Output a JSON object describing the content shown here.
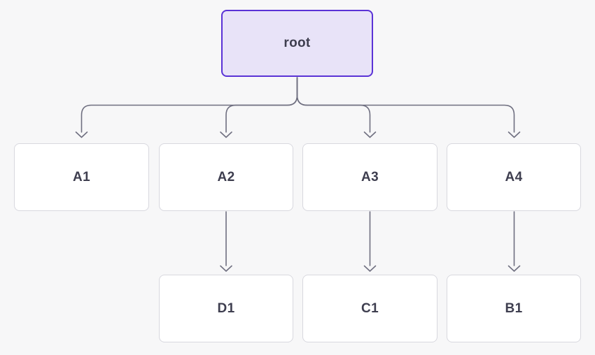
{
  "diagram": {
    "type": "tree",
    "background_color": "#f7f7f8",
    "edge_color": "#6f6f80",
    "label_color": "#3e3e4f",
    "node_fill_color": "#ffffff",
    "node_border_color": "#d8d8de",
    "root_fill_color": "#e8e3f8",
    "root_border_color": "#5a32d6",
    "nodes": [
      {
        "id": "root",
        "label": "root",
        "level": 0
      },
      {
        "id": "A1",
        "label": "A1",
        "level": 1
      },
      {
        "id": "A2",
        "label": "A2",
        "level": 1
      },
      {
        "id": "A3",
        "label": "A3",
        "level": 1
      },
      {
        "id": "A4",
        "label": "A4",
        "level": 1
      },
      {
        "id": "D1",
        "label": "D1",
        "level": 2
      },
      {
        "id": "C1",
        "label": "C1",
        "level": 2
      },
      {
        "id": "B1",
        "label": "B1",
        "level": 2
      }
    ],
    "edges": [
      {
        "from": "root",
        "to": "A1"
      },
      {
        "from": "root",
        "to": "A2"
      },
      {
        "from": "root",
        "to": "A3"
      },
      {
        "from": "root",
        "to": "A4"
      },
      {
        "from": "A2",
        "to": "D1"
      },
      {
        "from": "A3",
        "to": "C1"
      },
      {
        "from": "A4",
        "to": "B1"
      }
    ]
  }
}
